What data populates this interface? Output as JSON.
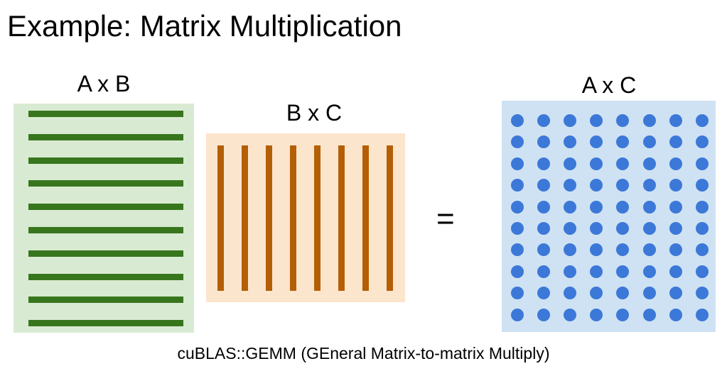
{
  "title": "Example: Matrix Multiplication",
  "matrix_a": {
    "label": "A x B",
    "background_color": "#d9ead3",
    "bar_color": "#38761d",
    "row_count": 10
  },
  "matrix_b": {
    "label": "B x C",
    "background_color": "#fce5cd",
    "bar_color": "#b45f06",
    "column_count": 8
  },
  "equals_symbol": "=",
  "matrix_c": {
    "label": "A x C",
    "background_color": "#cfe2f3",
    "dot_color": "#3c78d8",
    "rows": 10,
    "columns": 8
  },
  "caption": "cuBLAS::GEMM (GEneral Matrix-to-matrix Multiply)"
}
